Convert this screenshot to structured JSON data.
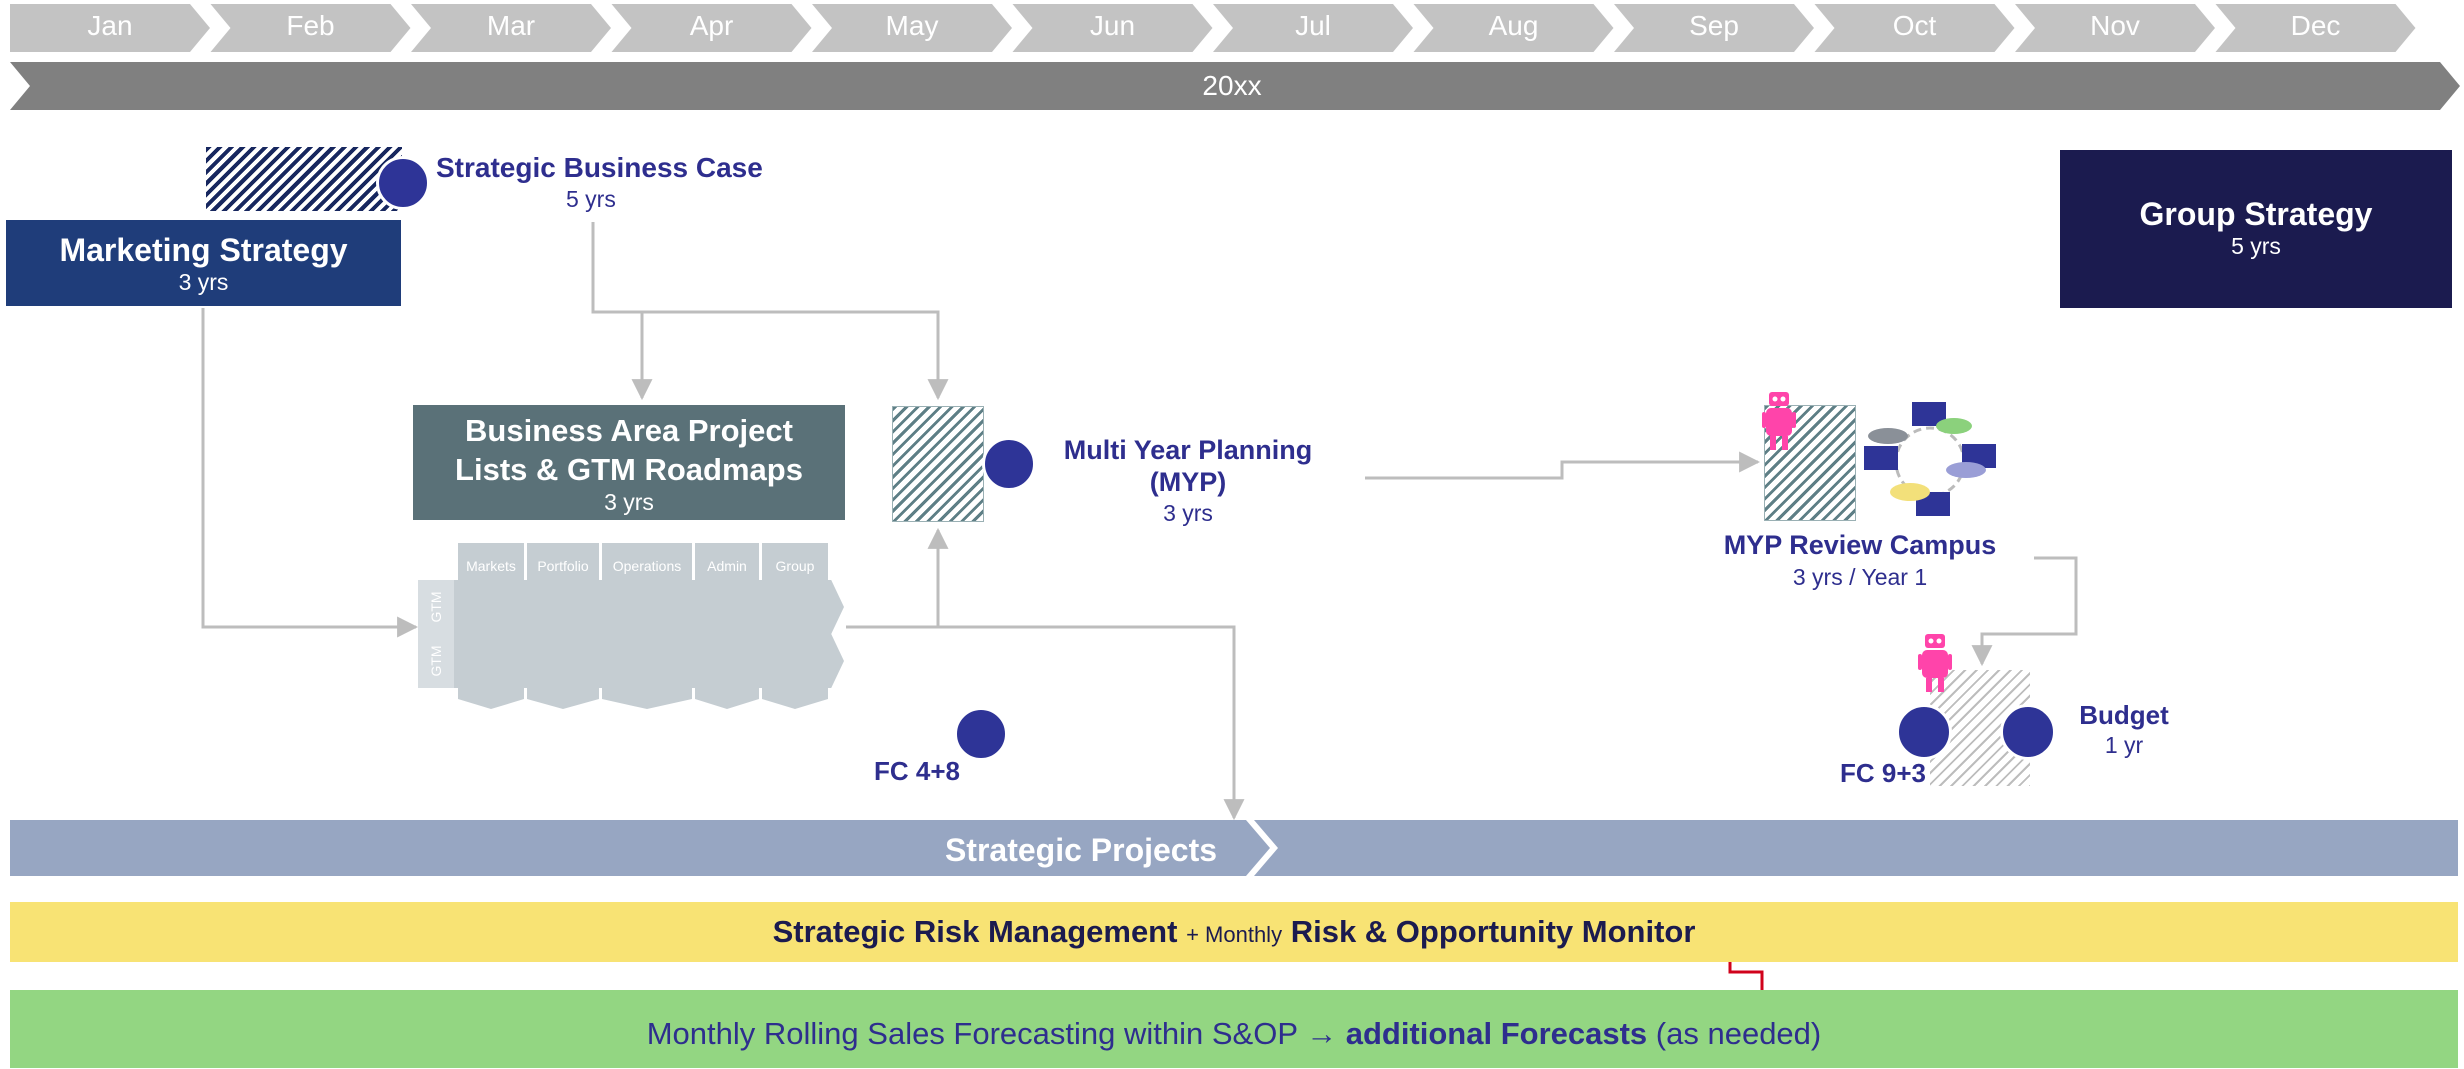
{
  "timeline": {
    "months": [
      "Jan",
      "Feb",
      "Mar",
      "Apr",
      "May",
      "Jun",
      "Jul",
      "Aug",
      "Sep",
      "Oct",
      "Nov",
      "Dec"
    ],
    "year": "20xx",
    "colors": {
      "months": "#c3c3c3",
      "year": "#808080"
    }
  },
  "marketing_strategy": {
    "title": "Marketing Strategy",
    "duration": "3 yrs",
    "color": "#1f3d7a"
  },
  "strategic_business_case": {
    "title": "Strategic Business Case",
    "duration": "5 yrs"
  },
  "group_strategy": {
    "title": "Group Strategy",
    "duration": "5 yrs",
    "color": "#1b1b4f"
  },
  "business_area": {
    "title_line1": "Business Area Project",
    "title_line2": "Lists & GTM Roadmaps",
    "duration": "3 yrs",
    "color": "#5a7178"
  },
  "gtm_matrix": {
    "columns": [
      "Markets",
      "Portfolio",
      "Operations",
      "Admin",
      "Group"
    ],
    "row_tags": [
      "GTM",
      "GTM"
    ]
  },
  "myp": {
    "title_line1": "Multi Year Planning",
    "title_line2": "(MYP)",
    "duration": "3 yrs"
  },
  "myp_review": {
    "title": "MYP Review Campus",
    "duration": "3 yrs / Year 1"
  },
  "fc48": {
    "label": "FC 4+8"
  },
  "fc93": {
    "label": "FC 9+3"
  },
  "budget": {
    "title": "Budget",
    "duration": "1 yr"
  },
  "strategic_projects": {
    "label": "Strategic Projects",
    "color": "#97a6c2"
  },
  "risk": {
    "part1": "Strategic Risk Management",
    "part2": "+ Monthly",
    "part3": "Risk & Opportunity Monitor",
    "color": "#f8e374"
  },
  "forecasting": {
    "part1": "Monthly Rolling Sales Forecasting within S&OP →",
    "part2": "additional Forecasts",
    "part3": "(as needed)",
    "color": "#93d682"
  },
  "accent_colors": {
    "navy_text": "#2e2e8e",
    "milestone": "#2e3497",
    "robot": "#ff44aa"
  }
}
